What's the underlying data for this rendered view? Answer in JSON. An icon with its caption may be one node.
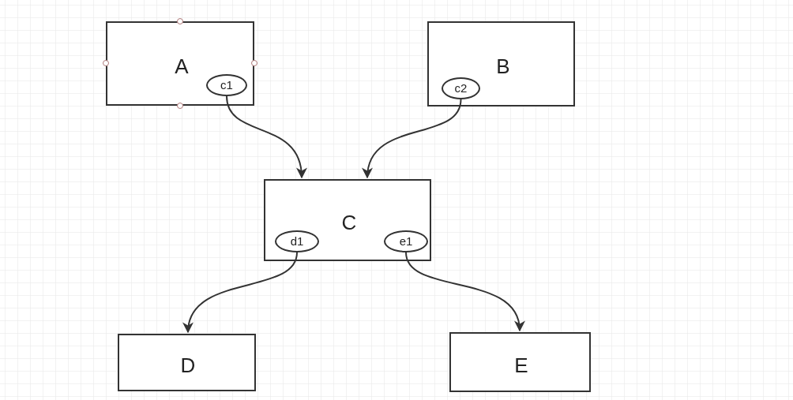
{
  "diagram": {
    "nodes": [
      {
        "text": [
          "A"
        ]
      },
      {
        "text": [
          "c1"
        ],
        "in": 0
      },
      {
        "text": [
          "B"
        ]
      },
      {
        "text": [
          "c2"
        ],
        "in": 2
      },
      {
        "text": [
          "C"
        ]
      },
      {
        "text": [
          "d1"
        ],
        "in": 4
      },
      {
        "text": [
          "e1"
        ],
        "in": 4
      },
      {
        "text": [
          "D"
        ]
      },
      {
        "text": [
          "E"
        ]
      }
    ],
    "edges": [
      {
        "from": 1,
        "to": 4,
        "arrow": "to"
      },
      {
        "from": 3,
        "to": 4,
        "arrow": "to"
      },
      {
        "from": 5,
        "to": 7,
        "arrow": "to"
      },
      {
        "from": 6,
        "to": 8,
        "arrow": "to"
      }
    ]
  }
}
